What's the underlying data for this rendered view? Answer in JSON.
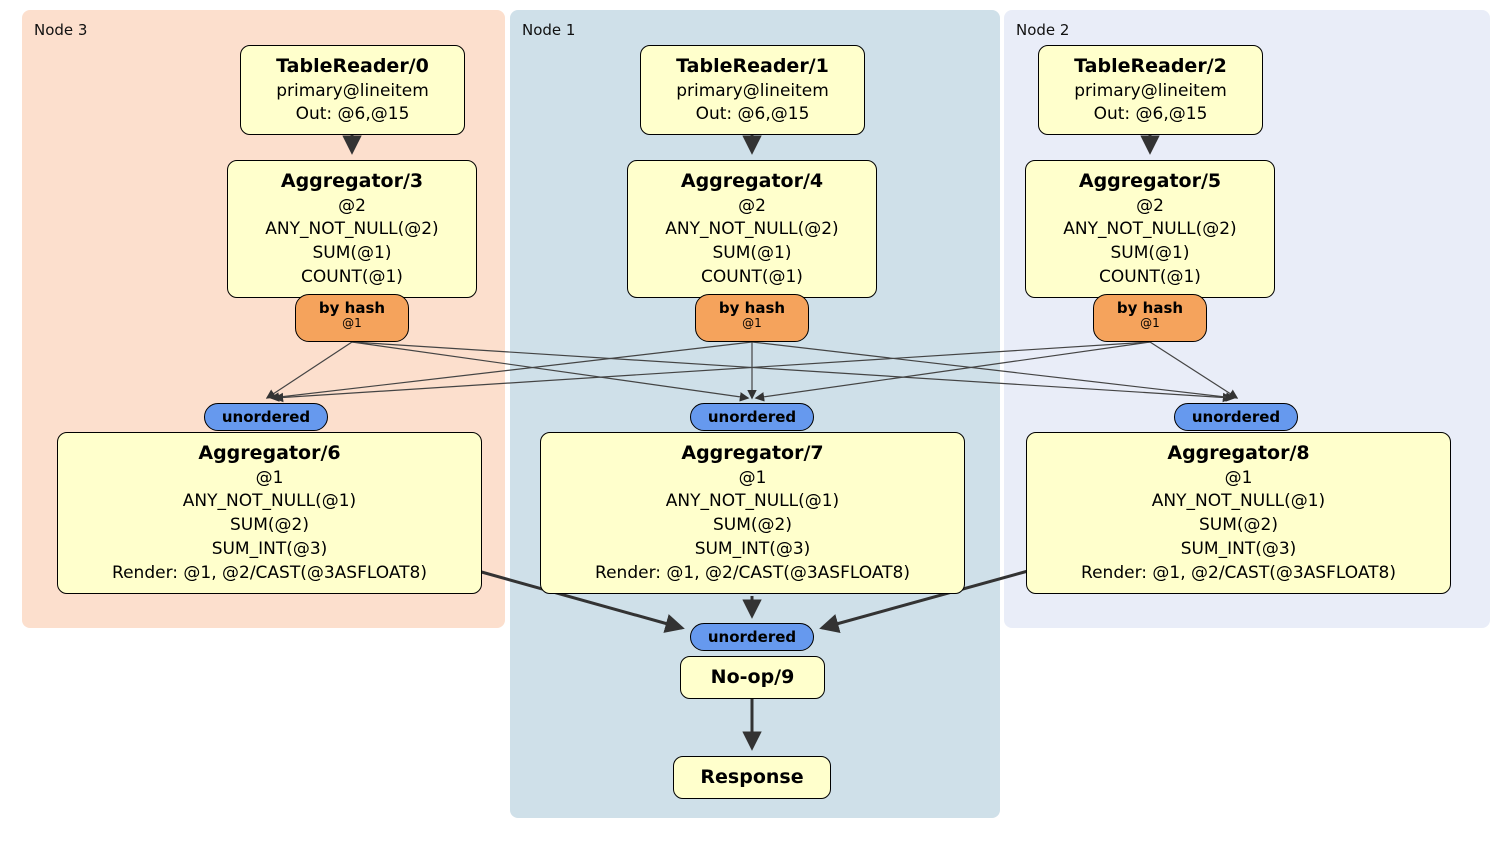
{
  "panels": {
    "node3": {
      "label": "Node 3"
    },
    "node1": {
      "label": "Node 1"
    },
    "node2": {
      "label": "Node 2"
    }
  },
  "processors": {
    "tr0": {
      "title": "TableReader/0",
      "lines": [
        "primary@lineitem",
        "Out: @6,@15"
      ]
    },
    "tr1": {
      "title": "TableReader/1",
      "lines": [
        "primary@lineitem",
        "Out: @6,@15"
      ]
    },
    "tr2": {
      "title": "TableReader/2",
      "lines": [
        "primary@lineitem",
        "Out: @6,@15"
      ]
    },
    "agg3": {
      "title": "Aggregator/3",
      "lines": [
        "@2",
        "ANY_NOT_NULL(@2)",
        "SUM(@1)",
        "COUNT(@1)"
      ]
    },
    "agg4": {
      "title": "Aggregator/4",
      "lines": [
        "@2",
        "ANY_NOT_NULL(@2)",
        "SUM(@1)",
        "COUNT(@1)"
      ]
    },
    "agg5": {
      "title": "Aggregator/5",
      "lines": [
        "@2",
        "ANY_NOT_NULL(@2)",
        "SUM(@1)",
        "COUNT(@1)"
      ]
    },
    "agg6": {
      "title": "Aggregator/6",
      "lines": [
        "@1",
        "ANY_NOT_NULL(@1)",
        "SUM(@2)",
        "SUM_INT(@3)",
        "Render: @1, @2/CAST(@3ASFLOAT8)"
      ]
    },
    "agg7": {
      "title": "Aggregator/7",
      "lines": [
        "@1",
        "ANY_NOT_NULL(@1)",
        "SUM(@2)",
        "SUM_INT(@3)",
        "Render: @1, @2/CAST(@3ASFLOAT8)"
      ]
    },
    "agg8": {
      "title": "Aggregator/8",
      "lines": [
        "@1",
        "ANY_NOT_NULL(@1)",
        "SUM(@2)",
        "SUM_INT(@3)",
        "Render: @1, @2/CAST(@3ASFLOAT8)"
      ]
    },
    "noop9": {
      "title": "No-op/9"
    },
    "response": {
      "title": "Response"
    }
  },
  "routers": {
    "hash3": {
      "label": "by hash",
      "detail": "@1"
    },
    "hash4": {
      "label": "by hash",
      "detail": "@1"
    },
    "hash5": {
      "label": "by hash",
      "detail": "@1"
    }
  },
  "syncs": {
    "u6": {
      "label": "unordered"
    },
    "u7": {
      "label": "unordered"
    },
    "u8": {
      "label": "unordered"
    },
    "u9": {
      "label": "unordered"
    }
  },
  "colors": {
    "node3_bg": "#fcdfcd",
    "node1_bg": "#cfe0e9",
    "node2_bg": "#e9edf8",
    "box_bg": "#ffffcc",
    "router_bg": "#f5a35c",
    "sync_bg": "#6699ee",
    "edge": "#333333"
  }
}
